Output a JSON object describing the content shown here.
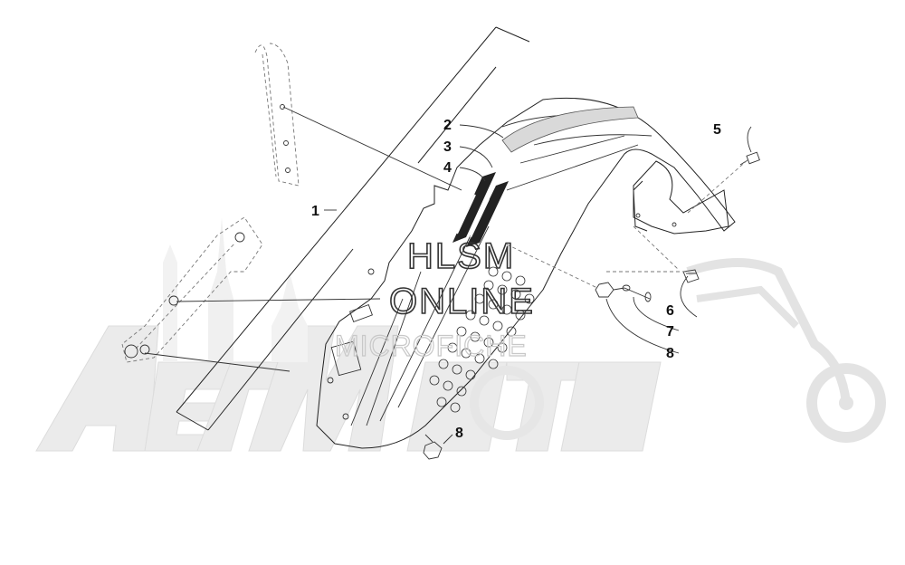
{
  "diagram": {
    "callouts": [
      {
        "id": "c1",
        "label": "1"
      },
      {
        "id": "c2",
        "label": "2"
      },
      {
        "id": "c3",
        "label": "3"
      },
      {
        "id": "c4",
        "label": "4"
      },
      {
        "id": "c5",
        "label": "5"
      },
      {
        "id": "c6",
        "label": "6"
      },
      {
        "id": "c7",
        "label": "7"
      },
      {
        "id": "c8a",
        "label": "8"
      },
      {
        "id": "c8b",
        "label": "8"
      }
    ]
  },
  "watermark": {
    "line1": "HLSM",
    "line2": "ONLINE",
    "line3": "MICROFICHE",
    "brand": "AeroMoto"
  },
  "colors": {
    "ink": "#222222",
    "watermark_gray": "#e6e6e6",
    "background": "#ffffff"
  }
}
